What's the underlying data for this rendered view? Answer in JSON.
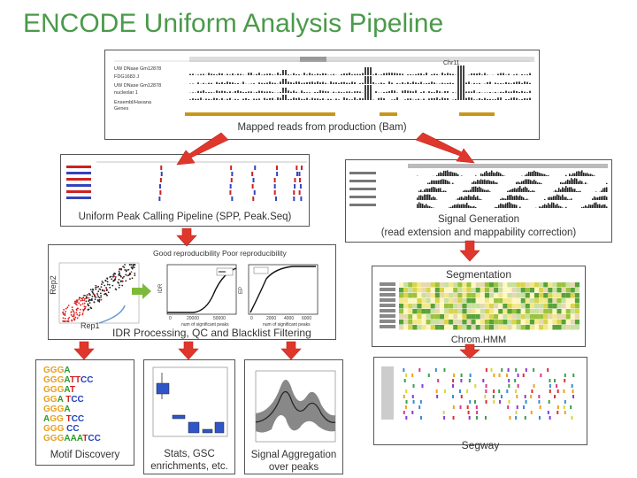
{
  "title": "ENCODE Uniform Analysis Pipeline",
  "top_panel": {
    "caption": "Mapped reads from production (Bam)",
    "chrom_label": "Chr11",
    "track_labels": [
      "UW DNase Gm12878",
      "FDG1683 J",
      "UW DNase Gm12878",
      "nucleolar 1",
      "Ensembl/Havana",
      "Genes"
    ]
  },
  "peak_panel": {
    "caption": "Uniform Peak Calling Pipeline (SPP, Peak.Seq)"
  },
  "signal_panel": {
    "caption_line1": "Signal Generation",
    "caption_line2": "(read extension and mappability correction)"
  },
  "idr_panel": {
    "header": "Good  reproducibility Poor reproducibility",
    "y_axis": "Rep2",
    "x_axis": "Rep1",
    "caption": "IDR Processing, QC and Blacklist Filtering",
    "plot1_ylabel": "IDR",
    "plot2_ylabel": "EP",
    "plot1_xlabel": "num of significant peaks",
    "plot2_xlabel": "num of significant peaks",
    "plot1_ticks": [
      "0",
      "20000",
      "50000"
    ],
    "plot2_ticks": [
      "0",
      "2000",
      "4000",
      "6000"
    ]
  },
  "segmentation_panel": {
    "caption": "Segmentation",
    "sublabel": "Chrom.HMM"
  },
  "motif_panel": {
    "caption": "Motif Discovery",
    "logos": [
      "GGGA",
      "GGGATTCC",
      "GGGAT",
      "GGA TCC",
      "GGGA",
      "AGG TCC",
      "GGG CC",
      "GGGAAATCC"
    ]
  },
  "stats_panel": {
    "caption_line1": "Stats, GSC",
    "caption_line2": "enrichments, etc."
  },
  "aggregation_panel": {
    "caption_line1": "Signal Aggregation",
    "caption_line2": "over peaks"
  },
  "segway_panel": {
    "caption": "Segway"
  },
  "colors": {
    "title": "#4a9a4a",
    "arrow": "#e0372c",
    "box_border": "#555555",
    "idr_inner": "#7dba3a"
  }
}
